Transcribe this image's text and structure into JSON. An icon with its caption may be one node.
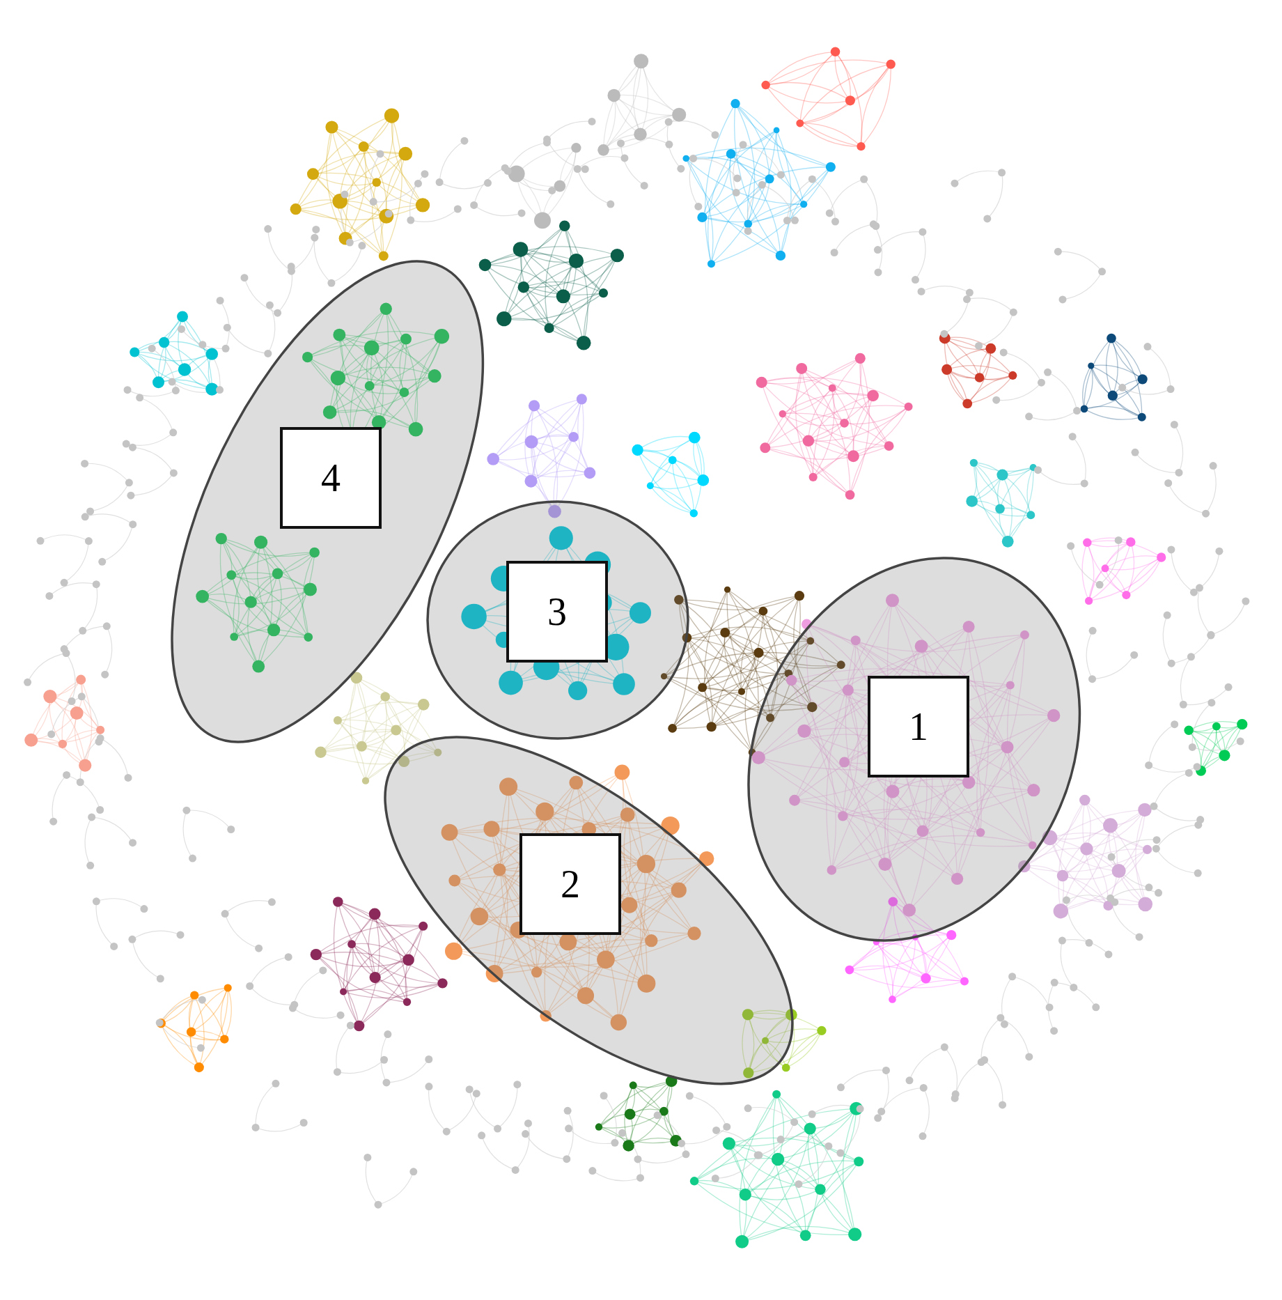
{
  "diagram": {
    "nodes": [
      {
        "text": [],
        "shape": "ellipse"
      },
      {
        "text": [
          "4"
        ],
        "in": 0
      },
      {
        "text": [],
        "shape": "ellipse"
      },
      {
        "text": [
          "3"
        ],
        "in": 2
      },
      {
        "text": [],
        "shape": "ellipse"
      },
      {
        "text": [
          "1"
        ],
        "in": 4
      },
      {
        "text": [],
        "shape": "ellipse"
      },
      {
        "text": [
          "2"
        ],
        "in": 6
      }
    ]
  }
}
